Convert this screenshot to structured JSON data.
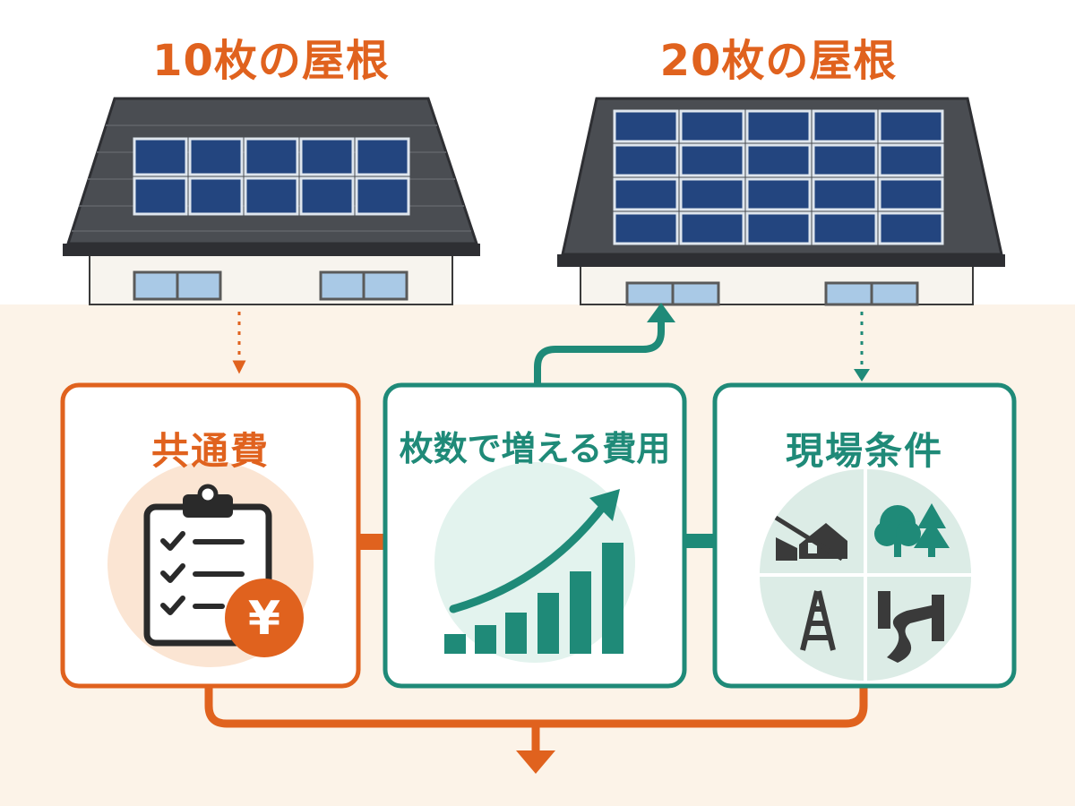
{
  "houses": [
    {
      "title": "10枚の屋根",
      "rows": 2,
      "cols": 5
    },
    {
      "title": "20枚の屋根",
      "rows": 4,
      "cols": 5
    }
  ],
  "cards": [
    {
      "title": "共通費",
      "icon": "clipboard-yen-icon"
    },
    {
      "title": "枚数で増える費用",
      "icon": "growth-bar-chart-icon"
    },
    {
      "title": "現場条件",
      "icon": "site-conditions-icon"
    }
  ],
  "yen_symbol": "¥",
  "colors": {
    "orange": "#e0621e",
    "teal": "#1f8a78",
    "roof": "#4a4d52",
    "panel": "#23457f",
    "wall": "#f7f4ee",
    "window": "#a9c9e6",
    "background": "#fcf3e8"
  }
}
